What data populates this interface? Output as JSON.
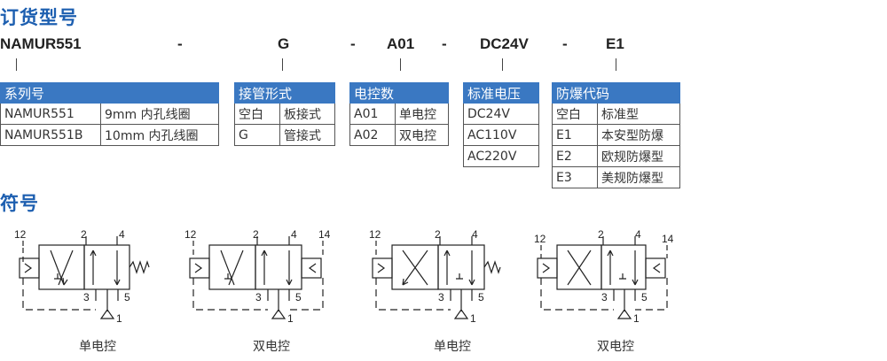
{
  "order_title": "订货型号",
  "symbol_title": "符号",
  "model_code": {
    "base": "NAMUR551",
    "dash1": "-",
    "connection": "G",
    "dash2": "-",
    "control": "A01",
    "dash3": "-",
    "voltage": "DC24V",
    "dash4": "-",
    "explosion": "E1"
  },
  "tables": {
    "series": {
      "header": "系列号",
      "rows": [
        [
          "NAMUR551",
          "9mm 内孔线圈"
        ],
        [
          "NAMUR551B",
          "10mm 内孔线圈"
        ]
      ]
    },
    "connection": {
      "header": "接管形式",
      "rows": [
        [
          "空白",
          "板接式"
        ],
        [
          "G",
          "管接式"
        ]
      ]
    },
    "control": {
      "header": "电控数",
      "rows": [
        [
          "A01",
          "单电控"
        ],
        [
          "A02",
          "双电控"
        ]
      ]
    },
    "voltage": {
      "header": "标准电压",
      "rows": [
        [
          "DC24V"
        ],
        [
          "AC110V"
        ],
        [
          "AC220V"
        ]
      ]
    },
    "explosion": {
      "header": "防爆代码",
      "rows": [
        [
          "空白",
          "标准型"
        ],
        [
          "E1",
          "本安型防爆"
        ],
        [
          "E2",
          "欧规防爆型"
        ],
        [
          "E3",
          "美规防爆型"
        ]
      ]
    }
  },
  "symbols": [
    {
      "caption": "单电控",
      "port_12": "12",
      "port_2": "2",
      "port_4": "4",
      "port_3": "3",
      "port_5": "5",
      "port_1": "1"
    },
    {
      "caption": "双电控",
      "port_12": "12",
      "port_2": "2",
      "port_4": "4",
      "port_14": "14",
      "port_3": "3",
      "port_5": "5",
      "port_1": "1"
    },
    {
      "caption": "单电控",
      "port_12": "12",
      "port_2": "2",
      "port_4": "4",
      "port_3": "3",
      "port_5": "5",
      "port_1": "1"
    },
    {
      "caption": "双电控",
      "port_12": "12",
      "port_2": "2",
      "port_4": "4",
      "port_14": "14",
      "port_3": "3",
      "port_5": "5",
      "port_1": "1"
    }
  ]
}
